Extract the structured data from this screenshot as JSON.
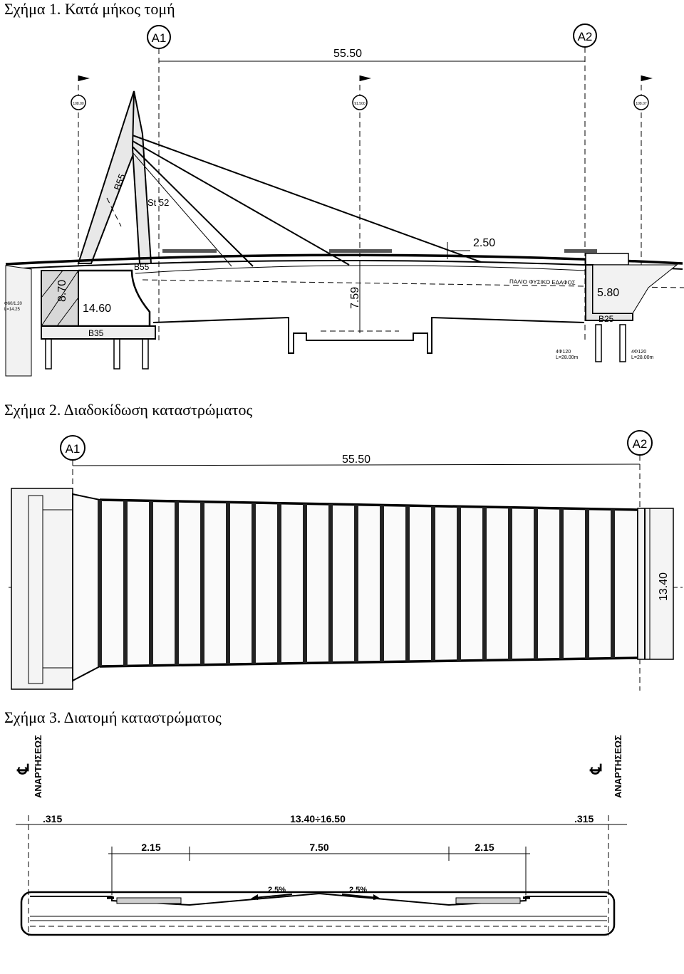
{
  "captions": {
    "fig1": "Σχήμα 1. Κατά μήκος τομή",
    "fig2": "Σχήμα 2. Διαδοκίδωση καταστρώματος",
    "fig3": "Σχήμα 3. Διατομή καταστρώματος"
  },
  "fig1": {
    "axis_a1": "A1",
    "axis_a2": "A2",
    "span": "55.50",
    "flag_left": "108.00",
    "flag_mid": "91.500",
    "flag_right": "108.07",
    "pylon_label": "B55",
    "steel_label": "St 52",
    "deck_label": "B55",
    "slope_dim": "2.50",
    "ground_label": "ΠΑΛΙΟ ΦΥΣΙΚΟ ΕΔΑΦΟΣ",
    "height_dim": "7.59",
    "abut_height": "8.70",
    "abut_length": "14.60",
    "base_label": "B35",
    "pile_left_1": "Φ60/1.20",
    "pile_left_2": "L=14.25",
    "right_dim": "5.80",
    "right_base": "B25",
    "pile_right_a1": "4Φ120",
    "pile_right_a2": "L=28.00m",
    "pile_right_b1": "4Φ120",
    "pile_right_b2": "L=28.00m"
  },
  "fig2": {
    "axis_a1": "A1",
    "axis_a2": "A2",
    "span": "55.50",
    "width": "13.40"
  },
  "fig3": {
    "cl_left": "ΑΝΑΡΤΗΣΕΩΣ",
    "cl_right": "ΑΝΑΡΤΗΣΕΩΣ",
    "dim_left": ".315",
    "dim_total": "13.40÷16.50",
    "dim_right": ".315",
    "walk_left": "2.15",
    "road": "7.50",
    "walk_right": "2.15",
    "slope_left": "2.5%",
    "slope_right": "2.5%"
  }
}
